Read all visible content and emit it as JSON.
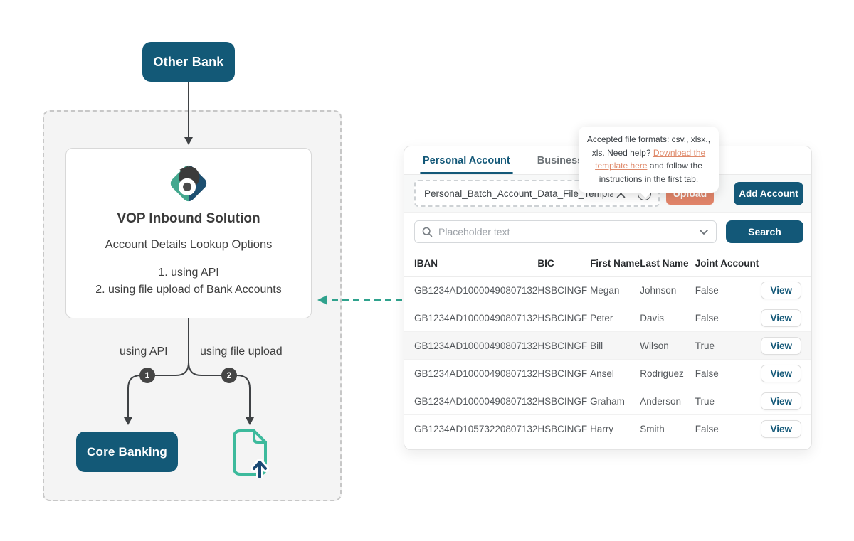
{
  "diagram": {
    "other_bank_label": "Other Bank",
    "solution_card": {
      "title": "VOP Inbound Solution",
      "subtitle": "Account Details Lookup Options",
      "option_1": "1. using API",
      "option_2": "2. using file upload of Bank Accounts"
    },
    "branch_label_api": "using API",
    "branch_label_file": "using file upload",
    "badge_1": "1",
    "badge_2": "2",
    "core_banking_label": "Core Banking",
    "icons": {
      "logo": "b-diamond-logo",
      "file_upload": "file-upload-icon"
    }
  },
  "panel": {
    "tabs": [
      {
        "label": "Personal Account",
        "active": true
      },
      {
        "label": "Business Account",
        "active": false
      }
    ],
    "tooltip": {
      "line1": "Accepted file formats: csv., xlsx., xls.",
      "prefix": "Need help? ",
      "link_text": "Download the template here",
      "suffix": " and follow the instructions in the first tab."
    },
    "upload": {
      "filename": "Personal_Batch_Account_Data_File_Template.csv",
      "upload_label": "Upload",
      "add_account_label": "Add Account"
    },
    "search": {
      "placeholder": "Placeholder text",
      "button_label": "Search"
    },
    "table": {
      "headers": [
        "IBAN",
        "BIC",
        "First Name",
        "Last Name",
        "Joint Account"
      ],
      "view_label": "View",
      "rows": [
        {
          "iban": "GB1234AD10000490807132",
          "bic": "HSBCINGF",
          "first_name": "Megan",
          "last_name": "Johnson",
          "joint": "False",
          "highlighted": false
        },
        {
          "iban": "GB1234AD10000490807132",
          "bic": "HSBCINGF",
          "first_name": "Peter",
          "last_name": "Davis",
          "joint": "False",
          "highlighted": false
        },
        {
          "iban": "GB1234AD10000490807132",
          "bic": "HSBCINGF",
          "first_name": "Bill",
          "last_name": "Wilson",
          "joint": "True",
          "highlighted": true
        },
        {
          "iban": "GB1234AD10000490807132",
          "bic": "HSBCINGF",
          "first_name": "Ansel",
          "last_name": "Rodriguez",
          "joint": "False",
          "highlighted": false
        },
        {
          "iban": "GB1234AD10000490807132",
          "bic": "HSBCINGF",
          "first_name": "Graham",
          "last_name": "Anderson",
          "joint": "True",
          "highlighted": false
        },
        {
          "iban": "GB1234AD10573220807132",
          "bic": "HSBCINGF",
          "first_name": "Harry",
          "last_name": "Smith",
          "joint": "False",
          "highlighted": false
        }
      ]
    }
  },
  "colors": {
    "primary_teal": "#135878",
    "salmon_accent": "#e2856a",
    "link_salmon": "#df8a6b",
    "logo_green": "#44a88f",
    "logo_navy": "#1d4f70",
    "dashed_arrow_teal": "#2fa28d",
    "diagram_line": "#3f4245",
    "zone_fill": "#f4f4f4"
  }
}
